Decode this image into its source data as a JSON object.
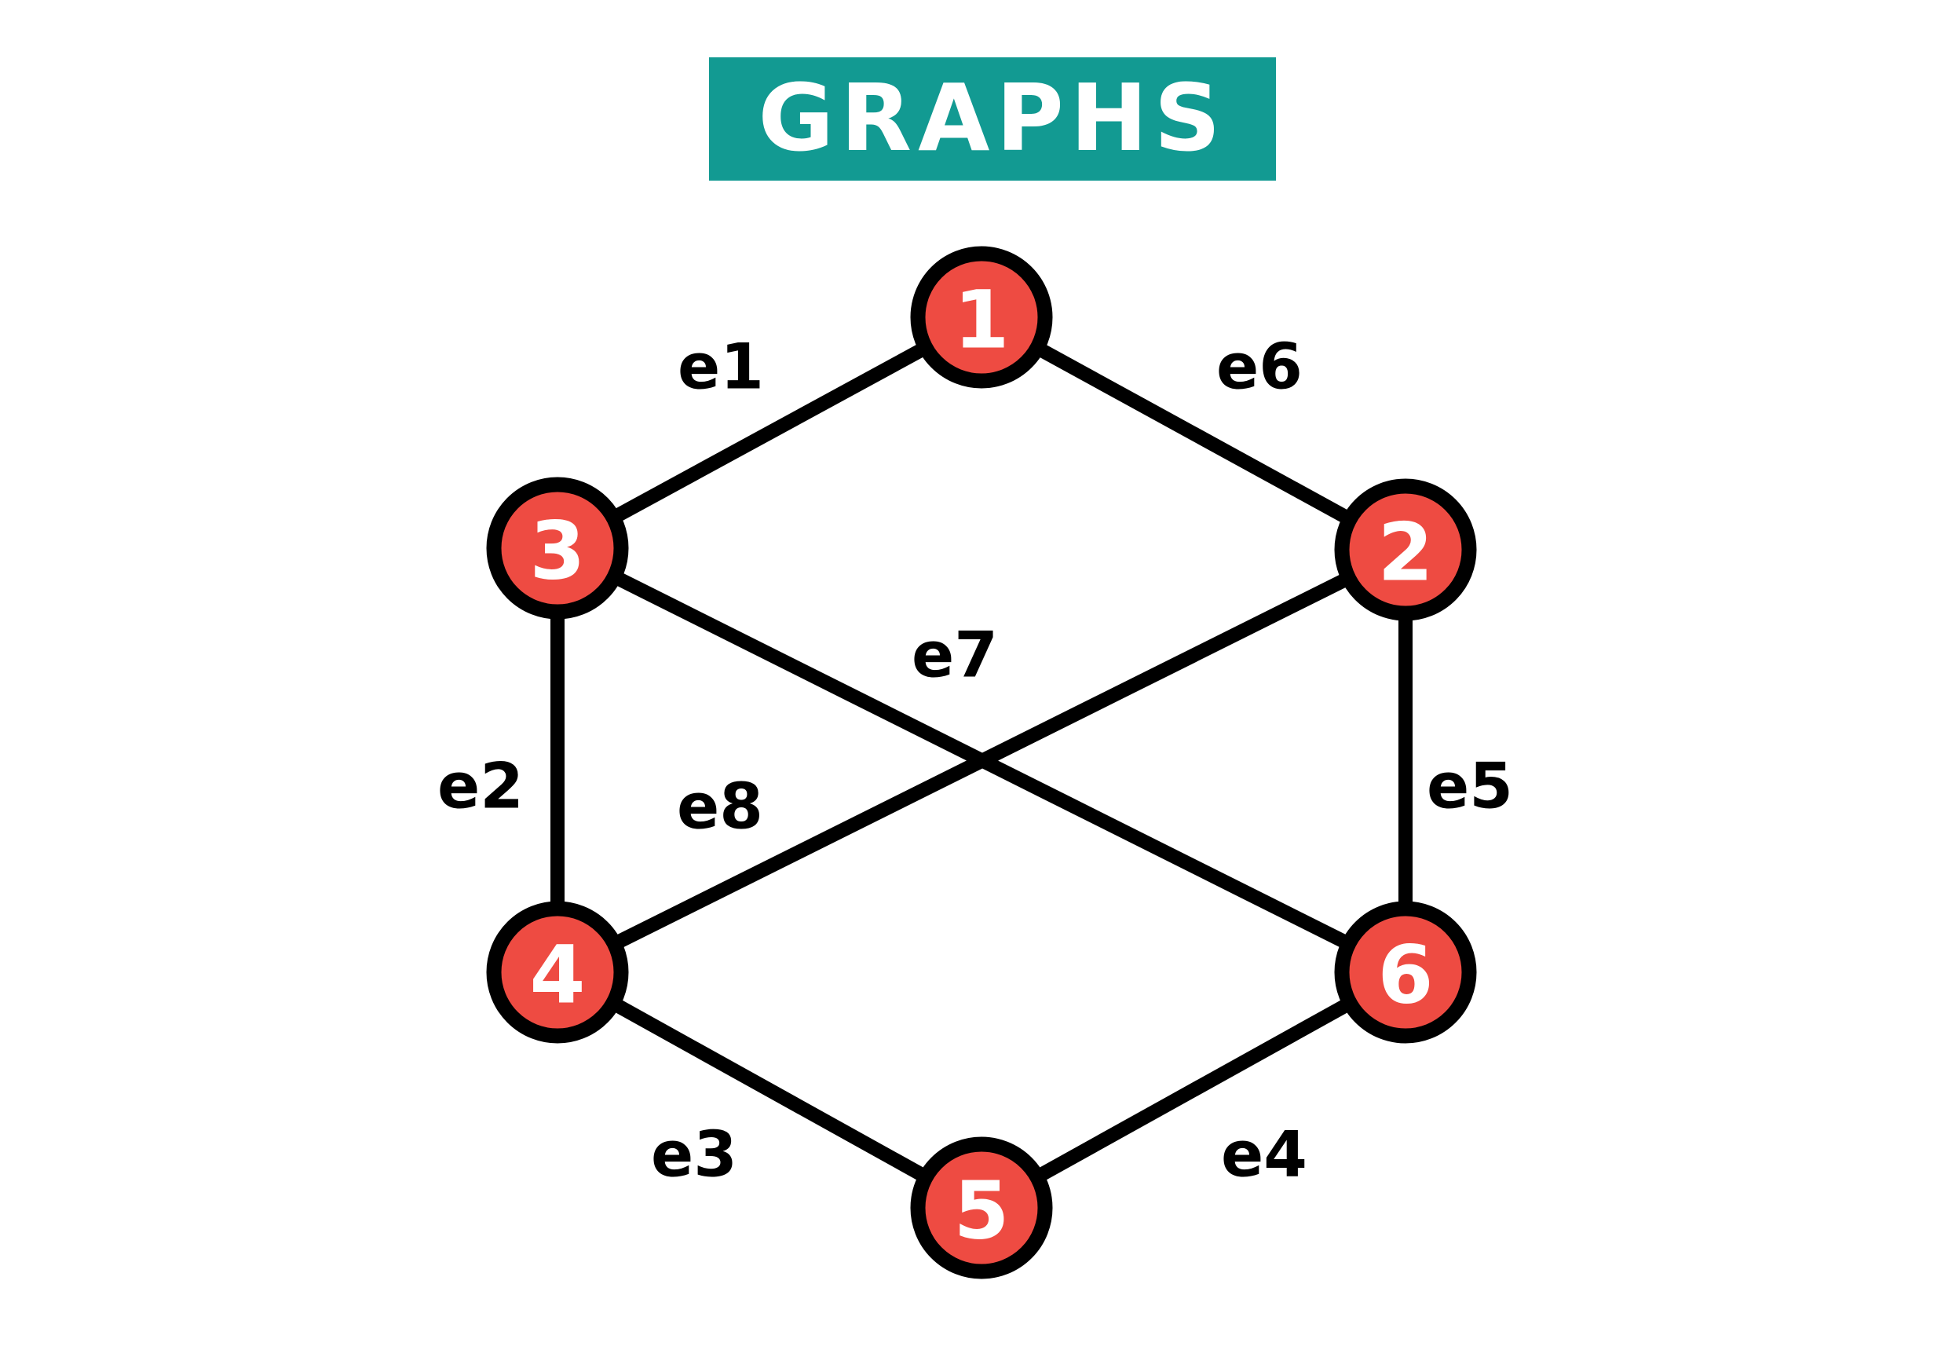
{
  "title": {
    "label": "GRAPHS"
  },
  "colors": {
    "background": "#ffffff",
    "banner_bg": "#129a92",
    "banner_text": "#ffffff",
    "node_fill": "#ee4b42",
    "node_border": "#000000",
    "edge_color": "#000000",
    "edge_label_color": "#000000"
  },
  "graph": {
    "nodes": [
      {
        "id": "1",
        "label": "1"
      },
      {
        "id": "2",
        "label": "2"
      },
      {
        "id": "3",
        "label": "3"
      },
      {
        "id": "4",
        "label": "4"
      },
      {
        "id": "5",
        "label": "5"
      },
      {
        "id": "6",
        "label": "6"
      }
    ],
    "edges": [
      {
        "id": "e1",
        "label": "e1",
        "from": "3",
        "to": "1"
      },
      {
        "id": "e2",
        "label": "e2",
        "from": "3",
        "to": "4"
      },
      {
        "id": "e3",
        "label": "e3",
        "from": "4",
        "to": "5"
      },
      {
        "id": "e4",
        "label": "e4",
        "from": "5",
        "to": "6"
      },
      {
        "id": "e5",
        "label": "e5",
        "from": "2",
        "to": "6"
      },
      {
        "id": "e6",
        "label": "e6",
        "from": "1",
        "to": "2"
      },
      {
        "id": "e7",
        "label": "e7",
        "from": "3",
        "to": "6"
      },
      {
        "id": "e8",
        "label": "e8",
        "from": "4",
        "to": "2"
      }
    ]
  }
}
